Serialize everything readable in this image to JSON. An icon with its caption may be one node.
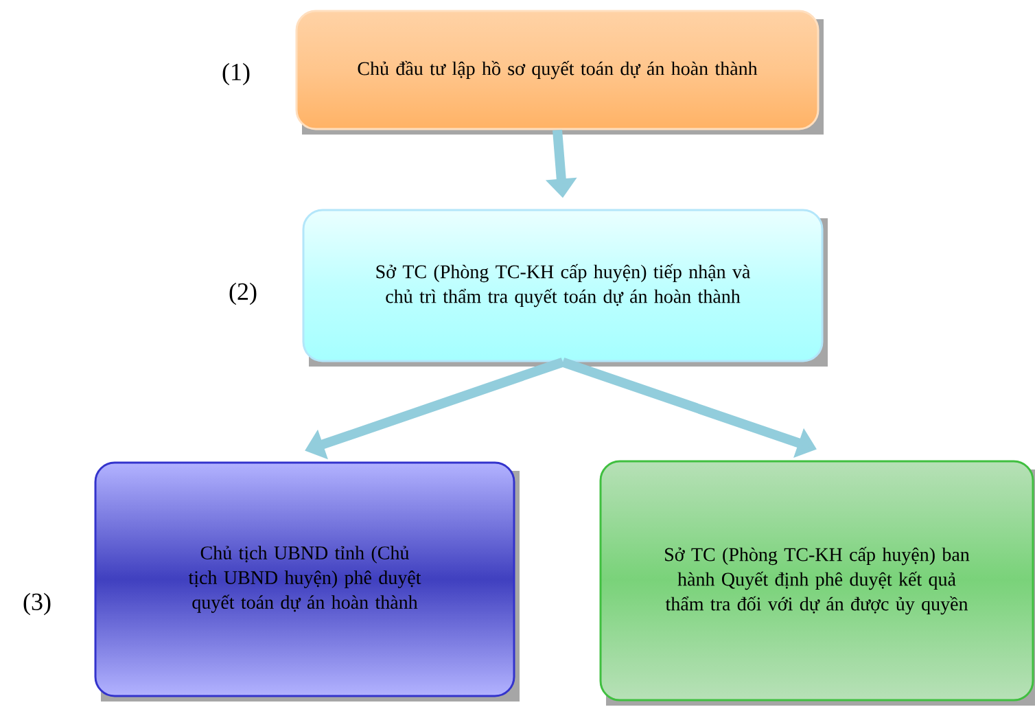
{
  "diagram": {
    "nodes": [
      {
        "text": [
          "Chủ đầu tư lập hồ sơ quyết toán dự án hoàn thành"
        ]
      },
      {
        "text": [
          "Sở TC (Phòng TC-KH cấp huyện) tiếp nhận và chủ trì thẩm tra quyết toán dự án hoàn thành"
        ]
      },
      {
        "text": [
          "Chủ tịch UBND tỉnh (Chủ tịch UBND huyện) phê duyệt quyết toán dự án hoàn thành"
        ]
      },
      {
        "text": [
          "Sở TC (Phòng TC-KH cấp huyện) ban hành Quyết định phê duyệt kết quả thẩm tra đối với dự án được ủy quyền"
        ]
      }
    ],
    "edges": [
      {
        "from": 0,
        "to": 1,
        "arrow": "to"
      },
      {
        "from": 1,
        "to": 2,
        "arrow": "to"
      },
      {
        "from": 1,
        "to": 3,
        "arrow": "to"
      }
    ],
    "labels": [
      "(1)",
      "(2)",
      "(3)"
    ]
  }
}
